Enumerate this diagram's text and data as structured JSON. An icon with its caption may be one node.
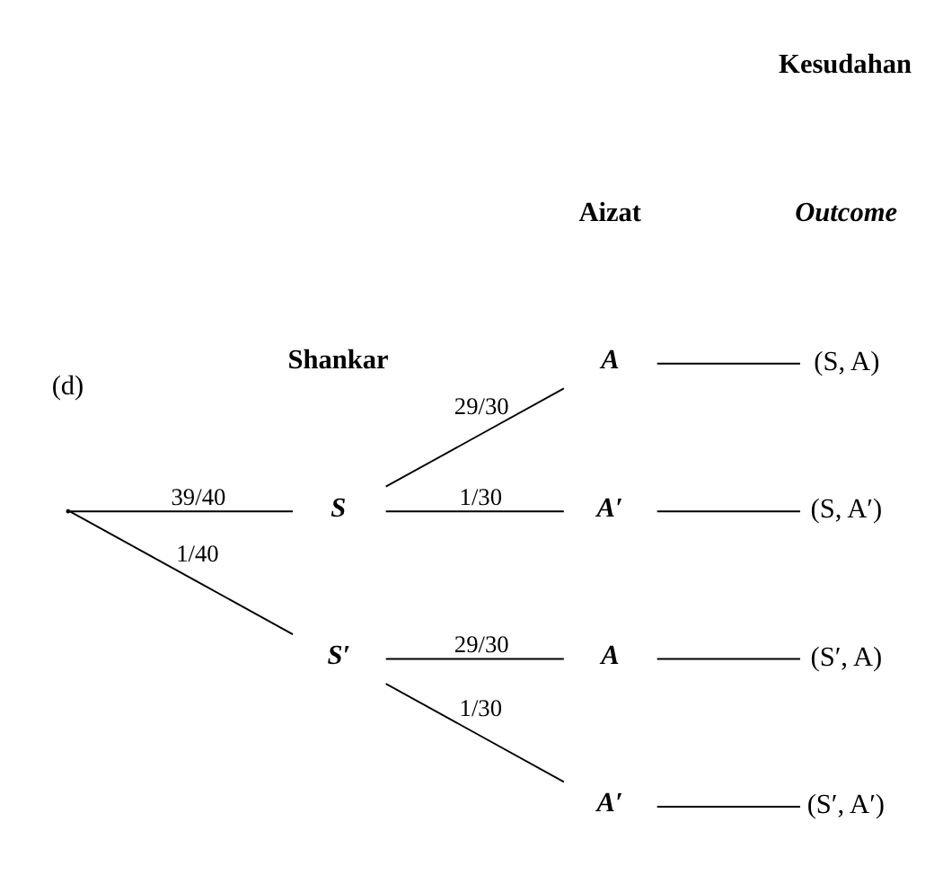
{
  "diagram": {
    "nodes": [
      {
        "text": [],
        "shape": "point"
      },
      {
        "text": [
          "S"
        ]
      },
      {
        "text": [
          "S′"
        ]
      },
      {
        "text": [
          "A"
        ]
      },
      {
        "text": [
          "A′"
        ]
      },
      {
        "text": [
          "A"
        ]
      },
      {
        "text": [
          "A′"
        ]
      },
      {
        "text": [
          "(S, A)"
        ]
      },
      {
        "text": [
          "(S, A′)"
        ]
      },
      {
        "text": [
          "(S′, A)"
        ]
      },
      {
        "text": [
          "(S′, A′)"
        ]
      }
    ],
    "edges": [
      {
        "from": 0,
        "to": 1,
        "arrow": "none",
        "label": "39/40"
      },
      {
        "from": 0,
        "to": 2,
        "arrow": "none",
        "label": "1/40"
      },
      {
        "from": 1,
        "to": 3,
        "arrow": "none",
        "label": "29/30"
      },
      {
        "from": 1,
        "to": 4,
        "arrow": "none",
        "label": "1/30"
      },
      {
        "from": 2,
        "to": 5,
        "arrow": "none",
        "label": "29/30"
      },
      {
        "from": 2,
        "to": 6,
        "arrow": "none",
        "label": "1/30"
      },
      {
        "from": 3,
        "to": 7,
        "arrow": "none"
      },
      {
        "from": 4,
        "to": 8,
        "arrow": "none"
      },
      {
        "from": 5,
        "to": 9,
        "arrow": "none"
      },
      {
        "from": 6,
        "to": 10,
        "arrow": "none"
      }
    ],
    "labels": [
      "(d)",
      "Shankar",
      "Aizat",
      "Kesudahan",
      "Outcome"
    ]
  }
}
